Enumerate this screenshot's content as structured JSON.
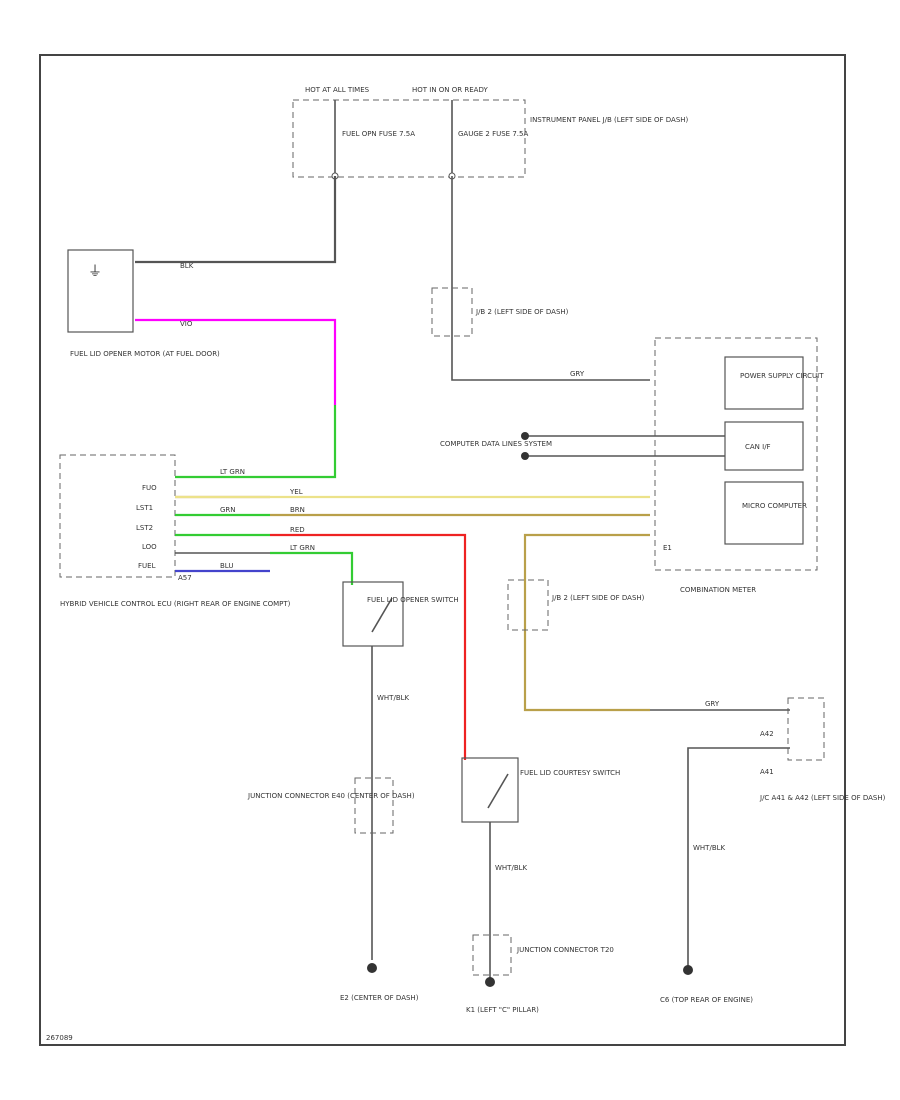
{
  "fuses": {
    "hot_at_label": "HOT AT ALL TIMES",
    "hot_in_on_label": "HOT IN ON OR READY",
    "fuel_opn": "FUEL OPN FUSE 7.5A",
    "gauge": "GAUGE 2 FUSE 7.5A",
    "panel": "INSTRUMENT PANEL J/B (LEFT SIDE OF DASH)"
  },
  "motor": {
    "label": "FUEL LID OPENER MOTOR (AT FUEL DOOR)"
  },
  "jb_upper": "J/B 2 (LEFT SIDE OF DASH)",
  "jb_lower": "J/B 2 (LEFT SIDE OF DASH)",
  "combination_meter": {
    "label": "COMBINATION METER",
    "power_supply": "POWER SUPPLY CIRCUIT",
    "canif": "CAN I/F",
    "micro": "MICRO COMPUTER",
    "connector": "E1"
  },
  "computer_data": "COMPUTER DATA LINES SYSTEM",
  "hv_ecu": {
    "label": "HYBRID VEHICLE CONTROL ECU (RIGHT REAR OF ENGINE COMPT)",
    "connector": "A57",
    "pins": [
      "FUO",
      "LST1",
      "LST2",
      "LOO",
      "FUEL"
    ]
  },
  "opener_switch": "FUEL LID OPENER SWITCH",
  "courtesy_switch": "FUEL LID COURTESY SWITCH",
  "junction_left": "JUNCTION CONNECTOR E40 (CENTER OF DASH)",
  "junction_mid": "JUNCTION CONNECTOR T20",
  "jc_right": "J/C A41 & A42 (LEFT SIDE OF DASH)",
  "jc_pins": {
    "a42": "A42",
    "a41": "A41"
  },
  "grounds": {
    "e2": "E2 (CENTER OF DASH)",
    "k1": "K1 (LEFT \"C\" PILLAR)",
    "c6": "C6 (TOP REAR OF ENGINE)"
  },
  "wire_labels": {
    "blk": "BLK",
    "vio": "VIO",
    "ltgrn": "LT GRN",
    "grn": "GRN",
    "yel": "YEL",
    "brn": "BRN",
    "red": "RED",
    "whtblk": "WHT/BLK",
    "gry": "GRY",
    "blu": "BLU"
  },
  "footer_code": "267089",
  "wire_colors": {
    "blk": "#555555",
    "vio": "#ff00ff",
    "ltgrn": "#33cc33",
    "yel": "#ece28a",
    "brn": "#b9a04a",
    "red": "#ee2222",
    "blu": "#4444cc",
    "gray": "#777777",
    "org": "#d89a60"
  }
}
